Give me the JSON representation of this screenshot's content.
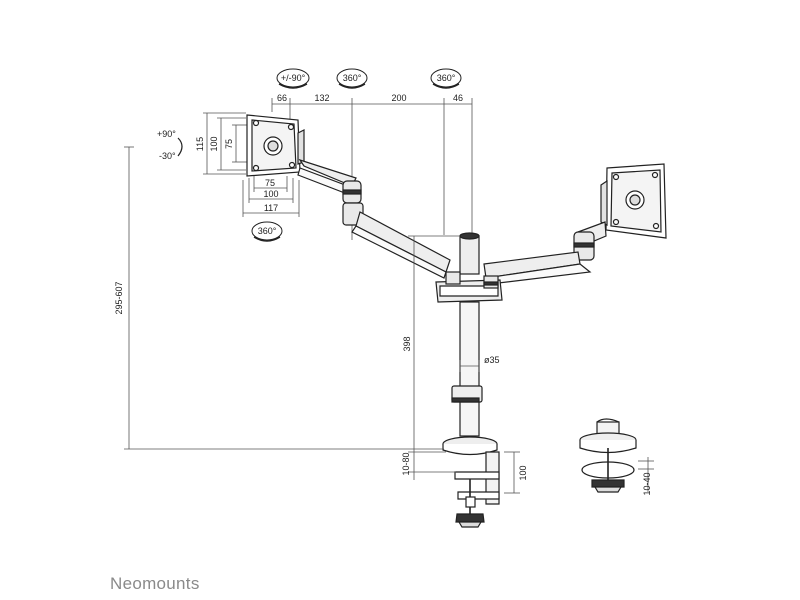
{
  "rotation_labels": {
    "tilt_badge": "+/-90°",
    "swivel_badge_1": "360°",
    "swivel_badge_2": "360°",
    "vesa_rotation_badge": "360°",
    "tilt_up": "+90°",
    "tilt_down": "-30°"
  },
  "top_dimensions": {
    "d1": "66",
    "d2": "132",
    "d3": "200",
    "d4": "46"
  },
  "vesa_dimensions": {
    "h_outer": "115",
    "h_mid": "100",
    "h_inner": "75",
    "w_inner": "75",
    "w_mid": "100",
    "w_outer": "117"
  },
  "vertical_dimensions": {
    "height_range": "295-607",
    "pole_height": "398",
    "pole_diameter": "ø35",
    "clamp_thickness": "10-80",
    "clamp_depth": "100",
    "grommet_thickness": "10-40"
  },
  "brand": "Neomounts",
  "colors": {
    "line": "#222222",
    "dim_line": "#555555",
    "part_fill": "#eeeeee",
    "dark_fill": "#333333",
    "brand_text": "#8a8a8a"
  }
}
